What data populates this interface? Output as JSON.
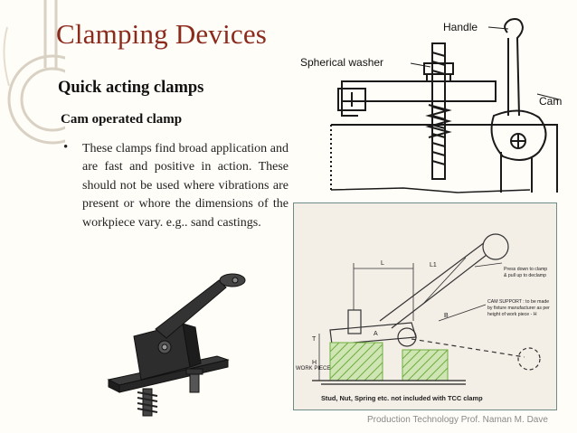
{
  "slide": {
    "title": "Clamping Devices",
    "subtitle": "Quick acting clamps",
    "subheading": "Cam operated clamp",
    "bullet_marker": "•",
    "bullet_text": "These clamps find broad application and are fast and positive in action. These should not be used where vibrations are present or whore the dimensions of the workpiece vary. e.g.. sand castings.",
    "footer": "Production Technology  Prof. Naman M. Dave"
  },
  "figure_top": {
    "handle_label": "Handle",
    "washer_label": "Spherical washer",
    "cam_label": "Cam"
  },
  "figure_drawing": {
    "dim_L": "L",
    "dim_L1": "L1",
    "dim_T": "T",
    "dim_H": "H",
    "dim_A": "A",
    "dim_B": "B",
    "note_press_1": "Press down to clamp",
    "note_press_2": "& pull up to declamp",
    "note_cam_1": "CAM SUPPORT : to be made",
    "note_cam_2": "by fixture manufacturer as per",
    "note_cam_3": "height of work piece - H",
    "workpiece_label": "WORK PIECE",
    "caption": "Stud, Nut, Spring etc. not included with TCC clamp"
  },
  "colors": {
    "title": "#8c2a1c",
    "deco": "#d9d1c3",
    "drawing_bg": "#f3eee6",
    "hatch": "#6fae3f"
  }
}
